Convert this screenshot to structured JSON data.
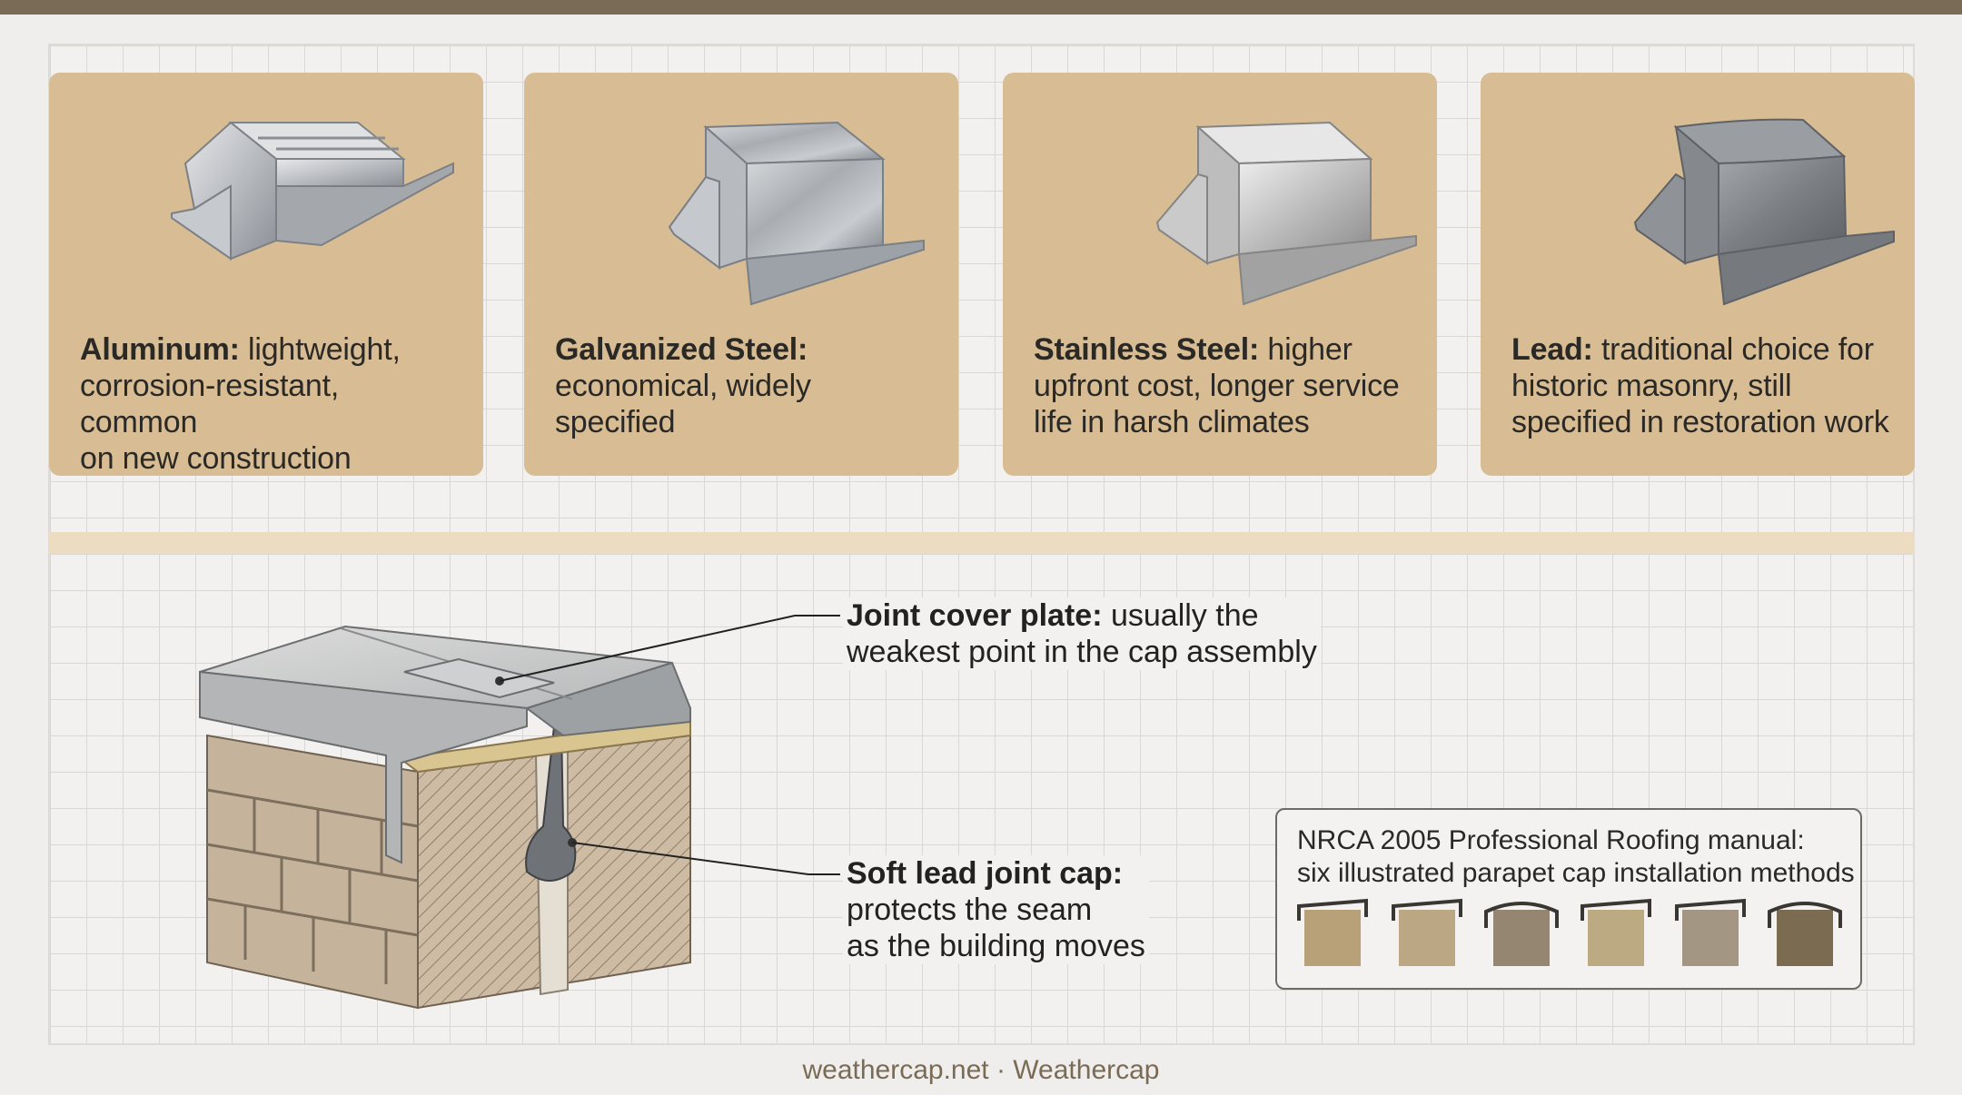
{
  "cards": [
    {
      "material": "Aluminum:",
      "description": "lightweight, corrosion-resistant, common on new construction",
      "line1": "lightweight,",
      "line2": "corrosion-resistant, common",
      "line3": "on new construction"
    },
    {
      "material": "Galvanized Steel:",
      "line1": "",
      "line2": "economical, widely specified",
      "line3": ""
    },
    {
      "material": "Stainless Steel:",
      "line1": "higher",
      "line2": "upfront cost, longer service",
      "line3": "life in harsh climates"
    },
    {
      "material": "Lead:",
      "line1": "traditional choice for",
      "line2": "historic masonry, still",
      "line3": "specified in restoration work"
    }
  ],
  "callouts": {
    "joint_cover": {
      "title": "Joint cover plate:",
      "line1": "usually the",
      "line2": "weakest point in the cap assembly"
    },
    "lead_cap": {
      "title": "Soft lead joint cap:",
      "line1": "protects the seam",
      "line2": "as the building moves"
    }
  },
  "nrca": {
    "line1": "NRCA 2005 Professional Roofing manual:",
    "line2": "six illustrated parapet cap installation methods",
    "swatch_colors": [
      "#b8a079",
      "#bba784",
      "#958672",
      "#bcaa83",
      "#a39683",
      "#7b6b50"
    ]
  },
  "footer": "weathercap.net · Weathercap",
  "colors": {
    "accent": "#7a6b56",
    "card": "#d8bd94",
    "band": "#ecdcc1"
  }
}
